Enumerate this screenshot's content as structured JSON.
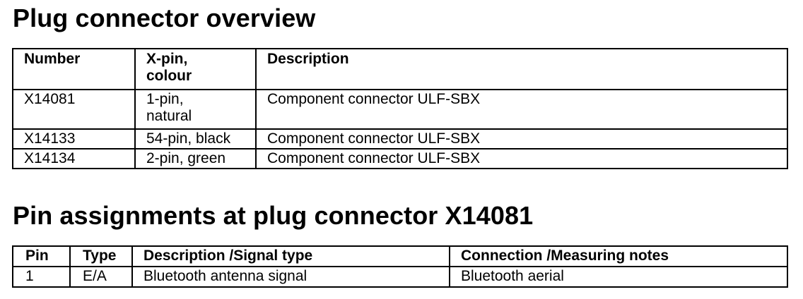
{
  "overview": {
    "title": "Plug connector overview",
    "headers": [
      "Number",
      "X-pin,\ncolour",
      "Description"
    ],
    "rows": [
      [
        "X14081",
        "1-pin,\nnatural",
        "Component connector ULF-SBX"
      ],
      [
        "X14133",
        "54-pin, black",
        "Component connector ULF-SBX"
      ],
      [
        "X14134",
        "2-pin, green",
        "Component connector ULF-SBX"
      ]
    ]
  },
  "pins": {
    "title": "Pin assignments at plug connector X14081",
    "headers": [
      "Pin",
      "Type",
      "Description /Signal type",
      "Connection /Measuring notes"
    ],
    "rows": [
      [
        "1",
        "E/A",
        "Bluetooth antenna signal",
        "Bluetooth aerial"
      ]
    ]
  }
}
